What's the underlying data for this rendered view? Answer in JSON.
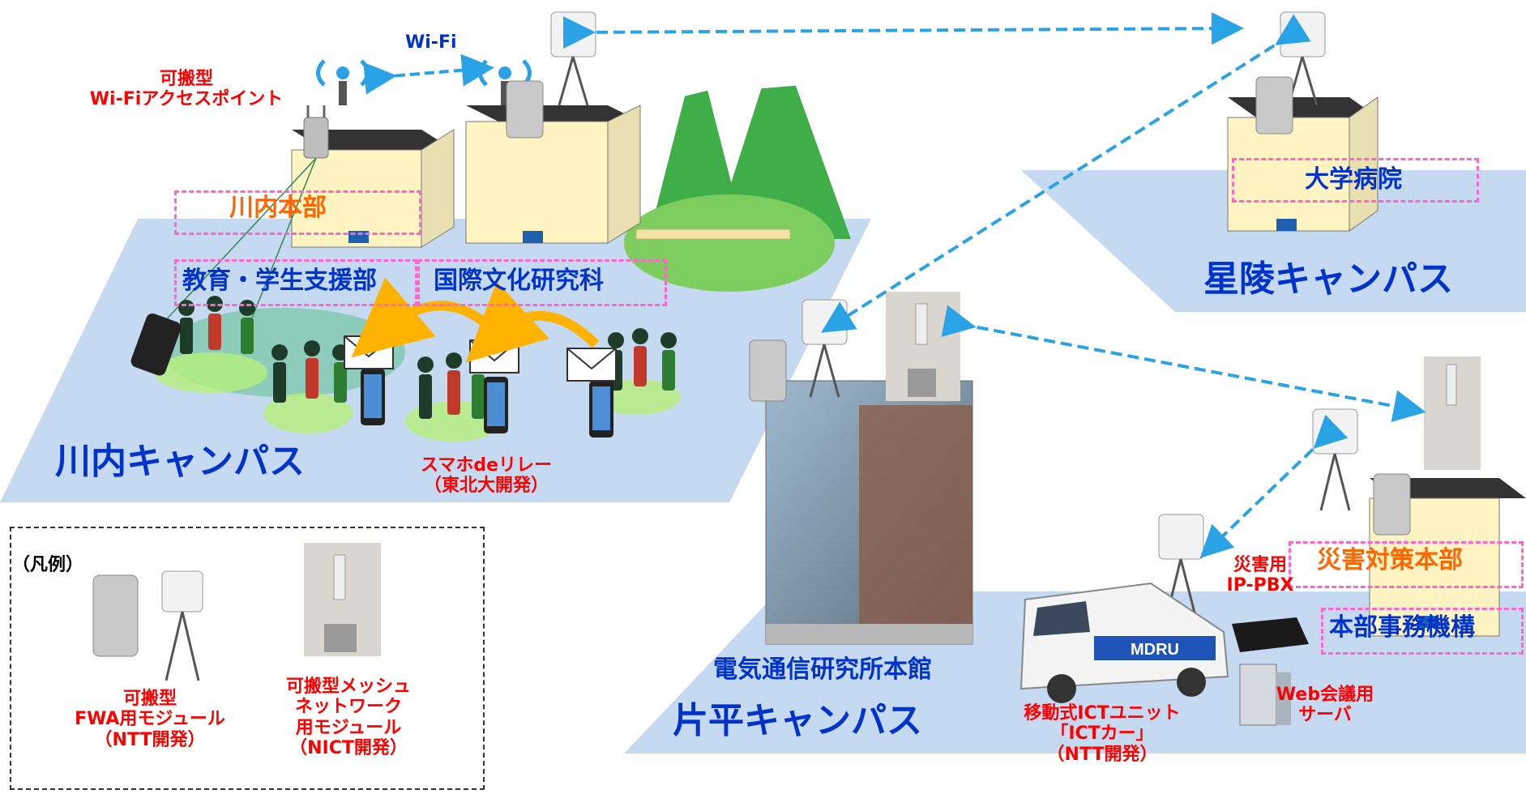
{
  "labels": {
    "wifi": "Wi-Fi",
    "portable_ap_line1": "可搬型",
    "portable_ap_line2": "Wi-Fiアクセスポイント",
    "kawauchi_hq": "川内本部",
    "education_dept": "教育・学生支援部",
    "intl_culture": "国際文化研究科",
    "kawauchi_campus": "川内キャンパス",
    "sumaho_relay_line1": "スマホdeリレー",
    "sumaho_relay_line2": "（東北大開発）",
    "university_hospital": "大学病院",
    "seiryo_campus": "星陵キャンパス",
    "riec_main": "電気通信研究所本館",
    "katahira_campus": "片平キャンパス",
    "ict_unit_line1": "移動式ICTユニット",
    "ict_unit_line2": "「ICTカー」",
    "ict_unit_line3": "（NTT開発）",
    "disaster_pbx_line1": "災害用",
    "disaster_pbx_line2": "IP-PBX",
    "disaster_hq": "災害対策本部",
    "hq_admin": "本部事務機構",
    "web_server_line1": "Web会議用",
    "web_server_line2": "サーバ",
    "van_text": "MDRU"
  },
  "legend": {
    "title": "（凡例）",
    "fwa_line1": "可搬型",
    "fwa_line2": "FWA用モジュール",
    "fwa_line3": "（NTT開発）",
    "mesh_line1": "可搬型メッシュ",
    "mesh_line2": "ネットワーク",
    "mesh_line3": "用モジュール",
    "mesh_line4": "（NICT開発）"
  },
  "colors": {
    "campus_ground": "#c5d9f1",
    "link_line": "#29a3e6",
    "label_red": "#ff0000",
    "label_blue": "#0033cc",
    "label_orange": "#ff6600",
    "dash_box": "#ff66cc",
    "arrow_yellow": "#ffb300",
    "mountain": "#3fae49"
  }
}
